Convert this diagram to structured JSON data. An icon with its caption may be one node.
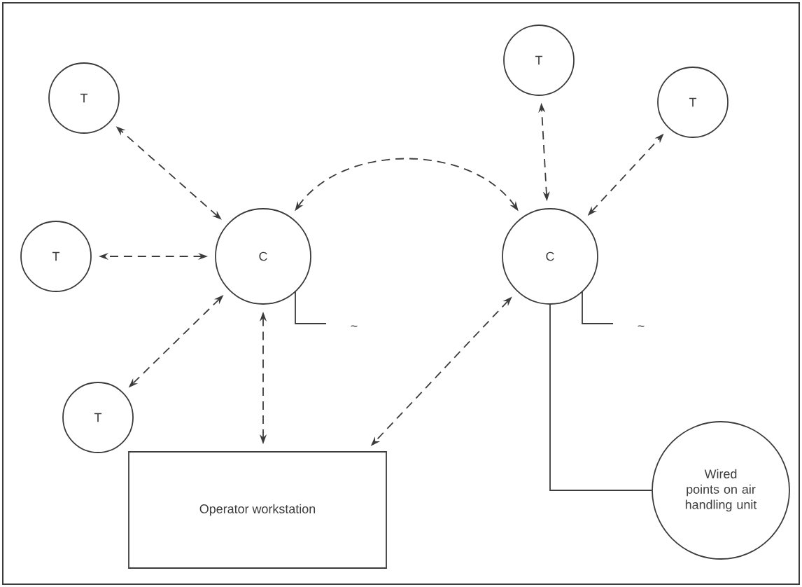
{
  "diagram": {
    "nodes": [
      {
        "text": [
          "T"
        ]
      },
      {
        "text": [
          "T"
        ]
      },
      {
        "text": [
          "T"
        ]
      },
      {
        "text": [
          "C"
        ]
      },
      {
        "text": [
          "T"
        ]
      },
      {
        "text": [
          "T"
        ]
      },
      {
        "text": [
          "C"
        ]
      },
      {
        "text": [
          "Operator workstation"
        ]
      },
      {
        "text": [
          "Wired points on air handling unit"
        ]
      }
    ],
    "edges": [
      {
        "from": 3,
        "to": 0,
        "arrow": "both",
        "style": "dashed"
      },
      {
        "from": 3,
        "to": 1,
        "arrow": "both",
        "style": "dashed"
      },
      {
        "from": 3,
        "to": 2,
        "arrow": "both",
        "style": "dashed"
      },
      {
        "from": 3,
        "to": 6,
        "arrow": "both",
        "style": "dashed"
      },
      {
        "from": 3,
        "to": 7,
        "arrow": "both",
        "style": "dashed"
      },
      {
        "from": 6,
        "to": 4,
        "arrow": "both",
        "style": "dashed"
      },
      {
        "from": 6,
        "to": 5,
        "arrow": "both",
        "style": "dashed"
      },
      {
        "from": 6,
        "to": 7,
        "arrow": "both",
        "style": "dashed"
      },
      {
        "from": 6,
        "to": 8,
        "arrow": "none"
      }
    ],
    "labels": [
      "~",
      "~"
    ]
  }
}
